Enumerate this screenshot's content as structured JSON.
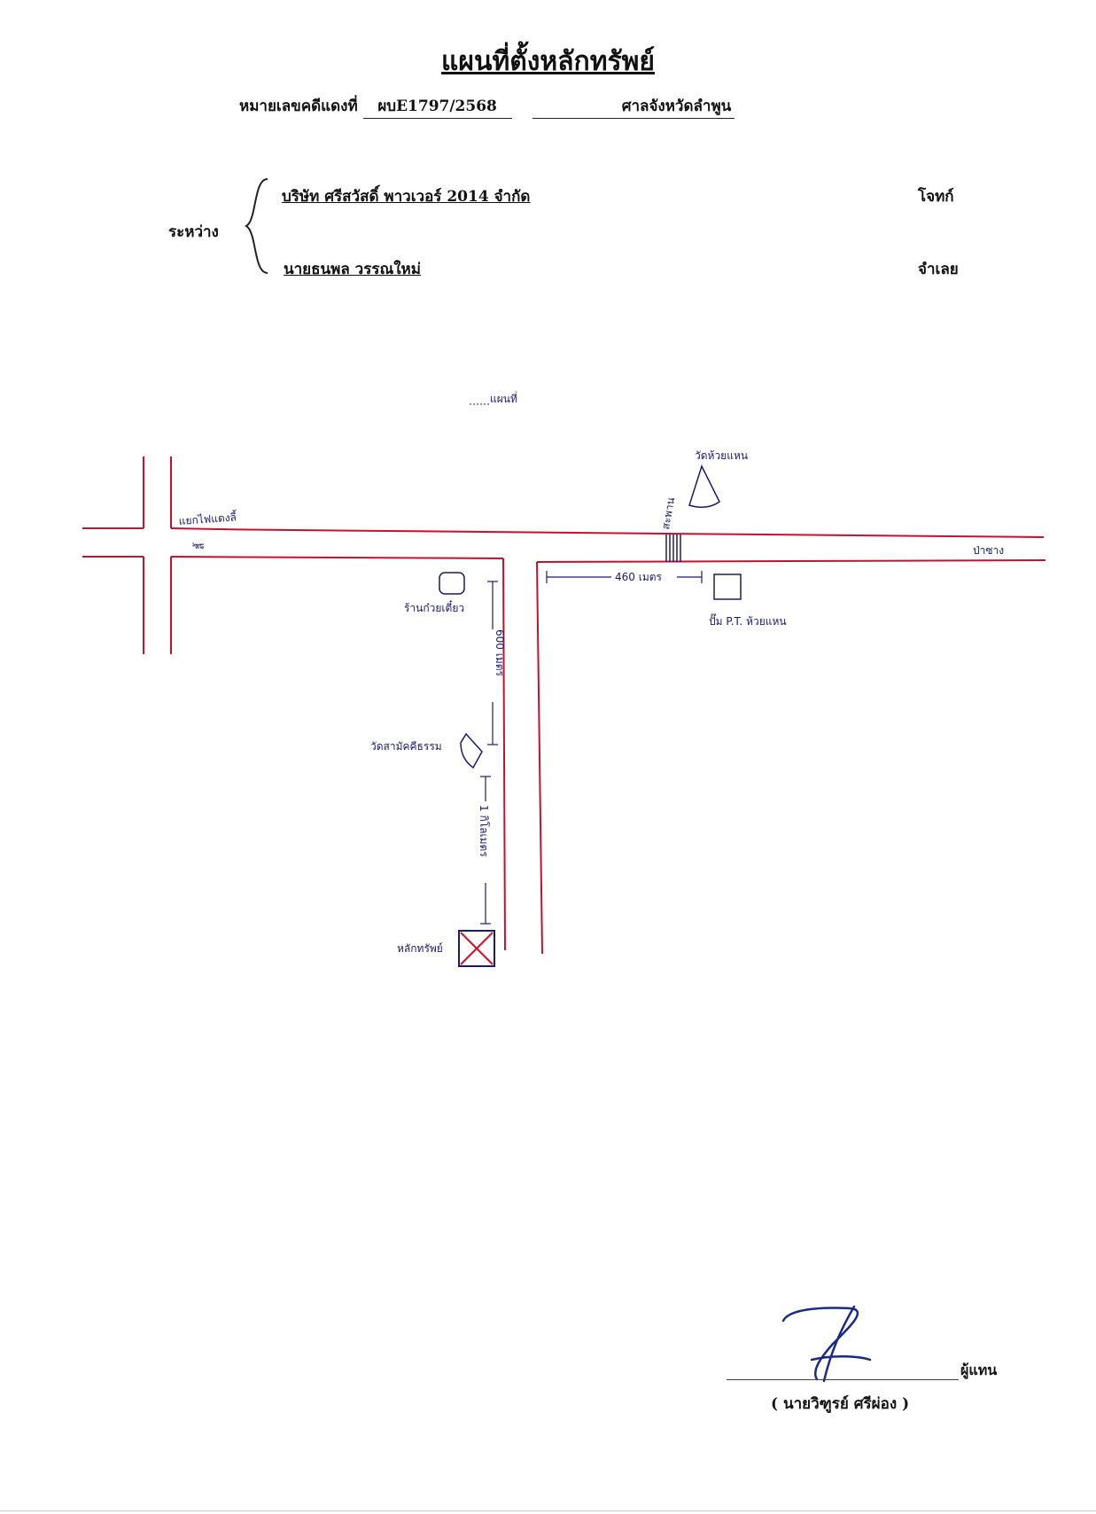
{
  "header": {
    "title": "แผนที่ตั้งหลักทรัพย์",
    "case_label": "หมายเลขคดีแดงที่",
    "case_number": "ผบE1797/2568",
    "court": "ศาลจังหวัดลำพูน"
  },
  "parties": {
    "between_label": "ระหว่าง",
    "plaintiff": "บริษัท ศรีสวัสดิ์ พาวเวอร์ 2014 จำกัด",
    "plaintiff_role": "โจทก์",
    "defendant": "นายธนพล วรรณใหม่",
    "defendant_role": "จำเลย"
  },
  "map": {
    "heading": "แผนที่",
    "labels": {
      "intersection": "แยกไฟแดงลี้",
      "li": "ลี้",
      "bridge": "สะพาน",
      "temple_huai_haen": "วัดห้วยแหน",
      "direction_pa_sang": "ป่าซาง",
      "noodle_shop": "ร้านก๋วยเตี๋ยว",
      "distance_460": "460 เมตร",
      "pt_station": "ปั๊ม P.T. ห้วยแหน",
      "distance_600": "600 เมตร",
      "temple_samakkhitham": "วัดสามัคคีธรรม",
      "distance_1km": "1 กิโลเมตร",
      "property": "หลักทรัพย์"
    },
    "colors": {
      "road": "#c8102e",
      "ink": "#1a1a6e",
      "property_x": "#d0102a"
    }
  },
  "signature": {
    "representative_label": "ผู้แทน",
    "representative_name": "( นายวิฑูรย์ ศรีผ่อง )"
  }
}
